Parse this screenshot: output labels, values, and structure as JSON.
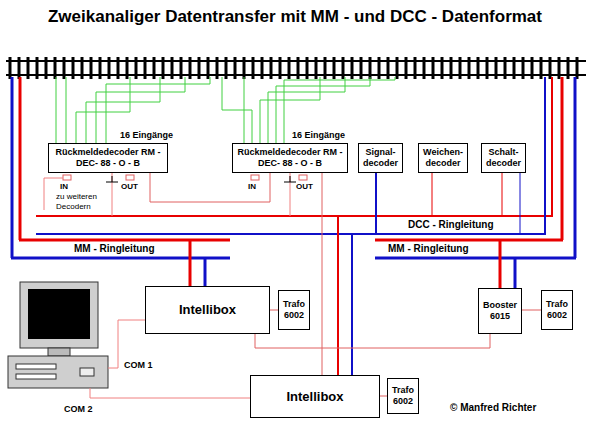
{
  "diagram": {
    "title": "Zweikanaliger Datentransfer mit MM - und DCC - Datenformat",
    "nodes": [
      {
        "text": [
          "Rückmeldedecoder RM - DEC- 88 - O - B"
        ]
      },
      {
        "text": [
          "Rückmeldedecoder RM - DEC- 88 - O - B"
        ]
      },
      {
        "text": [
          "Signal- decoder"
        ]
      },
      {
        "text": [
          "Weichen- decoder"
        ]
      },
      {
        "text": [
          "Schalt- decoder"
        ]
      },
      {
        "text": [
          "Intellibox"
        ]
      },
      {
        "text": [
          "Trafo 6002"
        ]
      },
      {
        "text": [
          "Booster 6015"
        ]
      },
      {
        "text": [
          "Trafo 6002"
        ]
      },
      {
        "text": [
          "Intellibox"
        ]
      },
      {
        "text": [
          "Trafo 6002"
        ]
      }
    ],
    "edges": [
      {
        "from": 0,
        "to": 1,
        "arrow": "none"
      },
      {
        "from": 1,
        "to": 9,
        "arrow": "none"
      },
      {
        "from": 5,
        "to": 7,
        "arrow": "none"
      },
      {
        "from": 6,
        "to": 5,
        "arrow": "none"
      },
      {
        "from": 8,
        "to": 7,
        "arrow": "none"
      },
      {
        "from": 10,
        "to": 9,
        "arrow": "none"
      }
    ],
    "labels": [
      "16 Eingänge",
      "16 Eingänge",
      "IN",
      "OUT",
      "IN",
      "OUT",
      "zu weiteren Decodern",
      "DCC - Ringleitung",
      "MM - Ringleitung",
      "MM - Ringleitung",
      "COM 1",
      "COM 2",
      "© Manfred Richter"
    ]
  }
}
